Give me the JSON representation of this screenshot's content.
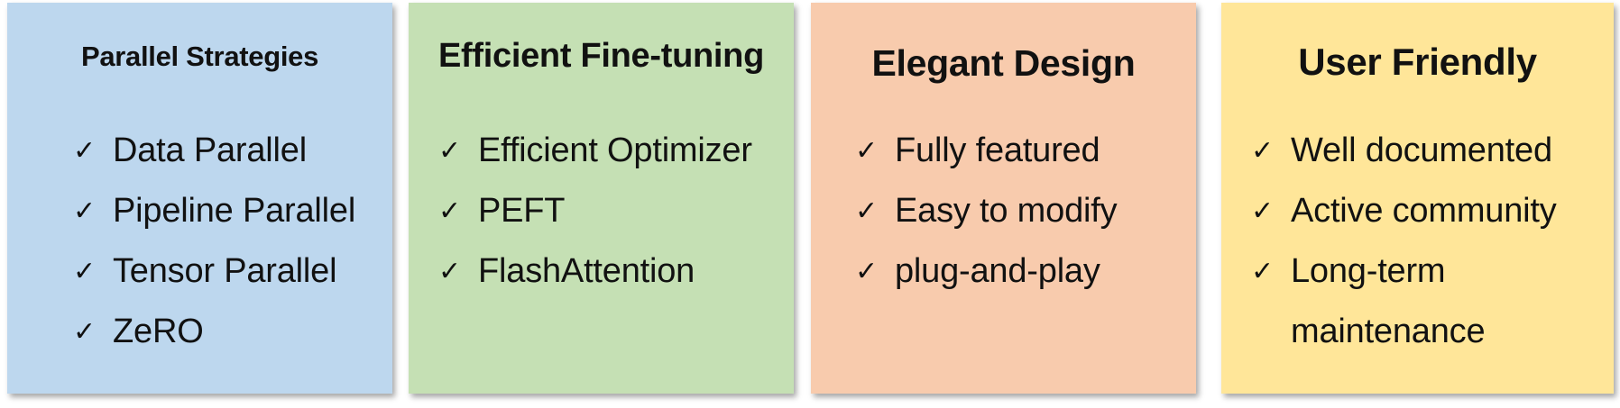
{
  "cards": [
    {
      "title": "Parallel Strategies",
      "color": "#BDD7EE",
      "items": [
        "Data Parallel",
        "Pipeline Parallel",
        "Tensor Parallel",
        "ZeRO"
      ]
    },
    {
      "title": "Efficient Fine-tuning",
      "color": "#C5E0B4",
      "items": [
        "Efficient Optimizer",
        "PEFT",
        "FlashAttention"
      ]
    },
    {
      "title": "Elegant Design",
      "color": "#F8CBAD",
      "items": [
        "Fully featured",
        "Easy to modify",
        "plug-and-play"
      ]
    },
    {
      "title": "User Friendly",
      "color": "#FFE699",
      "items": [
        "Well documented",
        "Active community",
        "Long-term maintenance"
      ]
    }
  ],
  "icons": {
    "check": "✓"
  }
}
